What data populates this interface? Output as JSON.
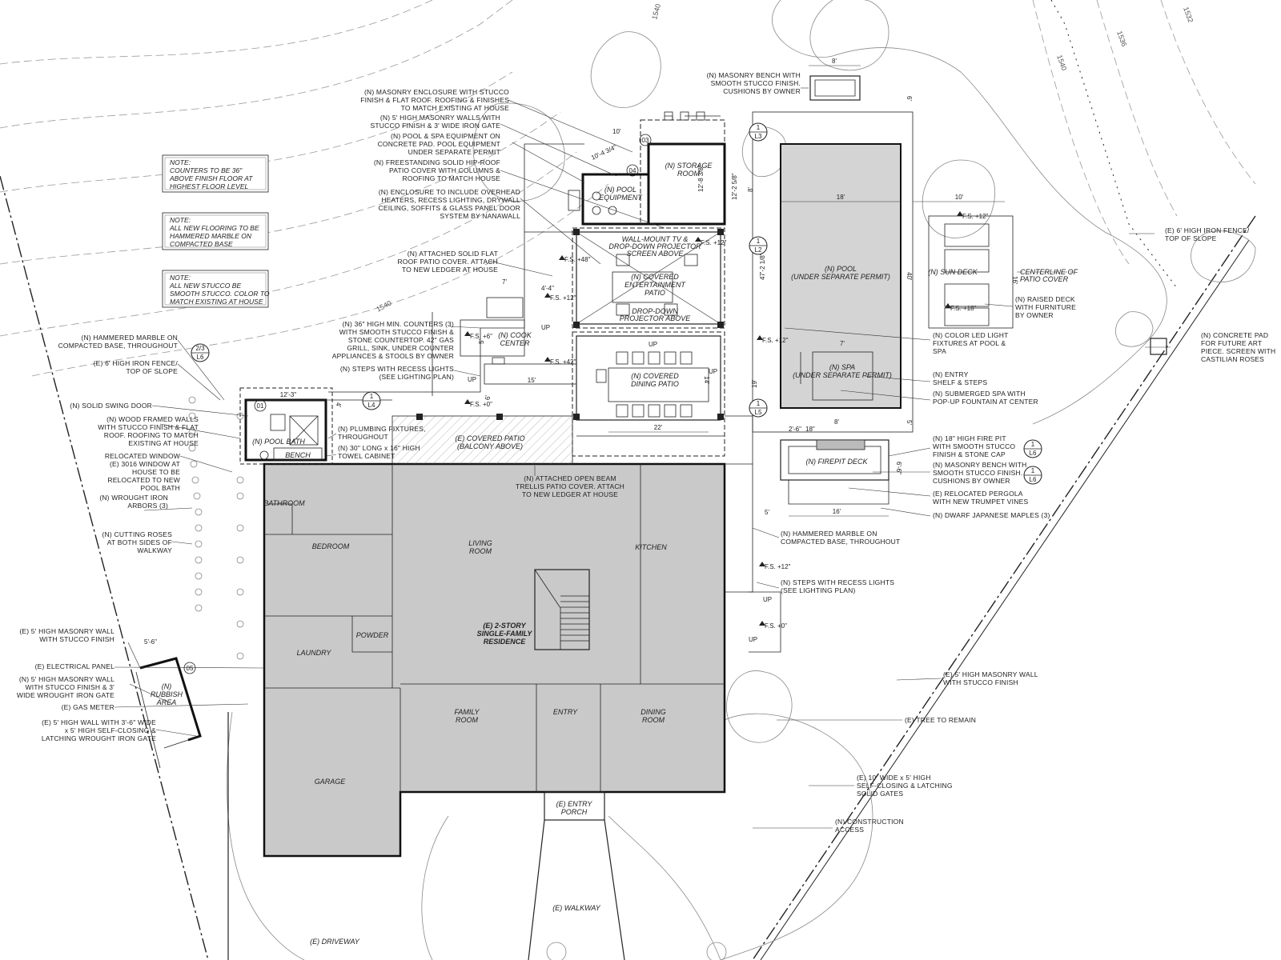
{
  "notes": [
    {
      "lines": [
        "NOTE:",
        "COUNTERS TO BE 36\"",
        "ABOVE FINISH FLOOR AT",
        "HIGHEST FLOOR LEVEL"
      ]
    },
    {
      "lines": [
        "NOTE:",
        "ALL NEW FLOORING TO BE",
        "HAMMERED MARBLE ON",
        "COMPACTED BASE"
      ]
    },
    {
      "lines": [
        "NOTE:",
        "ALL NEW STUCCO BE",
        "SMOOTH STUCCO. COLOR TO",
        "MATCH EXISTING AT HOUSE"
      ]
    }
  ],
  "left_callouts": [
    {
      "lines": [
        "(N) MASONRY ENCLOSURE WITH STUCCO",
        "FINISH & FLAT ROOF. ROOFING & FINISHES",
        "TO MATCH EXISTING AT HOUSE"
      ]
    },
    {
      "lines": [
        "(N) 5' HIGH MASONRY WALLS WITH",
        "STUCCO FINISH & 3' WIDE IRON GATE"
      ]
    },
    {
      "lines": [
        "(N) POOL & SPA EQUIPMENT ON",
        "CONCRETE PAD. POOL EQUIPMENT",
        "UNDER SEPARATE PERMIT"
      ]
    },
    {
      "lines": [
        "(N) FREESTANDING SOLID HIP-ROOF",
        "PATIO COVER WITH COLUMNS &",
        "ROOFING TO MATCH HOUSE"
      ]
    },
    {
      "lines": [
        "(N) ENCLOSURE TO INCLUDE OVERHEAD",
        "HEATERS, RECESS LIGHTING, DRYWALL",
        "CEILING, SOFFITS & GLASS PANEL DOOR",
        "SYSTEM BY NANAWALL"
      ]
    },
    {
      "lines": [
        "(N) ATTACHED SOLID FLAT",
        "ROOF PATIO COVER. ATTACH",
        "TO NEW LEDGER AT HOUSE"
      ]
    },
    {
      "lines": [
        "(N) 36\" HIGH MIN. COUNTERS (3)",
        "WITH SMOOTH STUCCO FINISH &",
        "STONE COUNTERTOP. 42\" GAS",
        "GRILL, SINK, UNDER COUNTER",
        "APPLIANCES & STOOLS BY OWNER"
      ]
    },
    {
      "lines": [
        "(N) STEPS WITH RECESS LIGHTS",
        "(SEE LIGHTING PLAN)"
      ]
    },
    {
      "lines": [
        "(N) HAMMERED MARBLE ON",
        "COMPACTED BASE, THROUGHOUT"
      ]
    },
    {
      "lines": [
        "(E) 6' HIGH IRON FENCE/",
        "TOP OF SLOPE"
      ]
    },
    {
      "lines": [
        "(N) SOLID SWING DOOR"
      ]
    },
    {
      "lines": [
        "(N) WOOD FRAMED WALLS",
        "WITH STUCCO FINISH & FLAT",
        "ROOF. ROOFING TO MATCH",
        "EXISTING AT HOUSE"
      ]
    },
    {
      "lines": [
        "RELOCATED WINDOW",
        "(E) 3016 WINDOW AT",
        "HOUSE TO BE",
        "RELOCATED TO NEW",
        "POOL BATH"
      ]
    },
    {
      "lines": [
        "(N) WROUGHT IRON",
        "ARBORS (3)"
      ]
    },
    {
      "lines": [
        "(N) CUTTING ROSES",
        "AT BOTH SIDES OF",
        "WALKWAY"
      ]
    },
    {
      "lines": [
        "(E) 5' HIGH MASONRY WALL",
        "WITH STUCCO FINISH"
      ]
    },
    {
      "lines": [
        "(E) ELECTRICAL PANEL"
      ]
    },
    {
      "lines": [
        "(N) 5' HIGH MASONRY WALL",
        "WITH STUCCO FINISH & 3'",
        "WIDE WROUGHT IRON GATE"
      ]
    },
    {
      "lines": [
        "(E) GAS METER"
      ]
    },
    {
      "lines": [
        "(E) 5' HIGH WALL WITH 3'-6\" WIDE",
        "x 5' HIGH SELF-CLOSING &",
        "LATCHING WROUGHT IRON GATE"
      ]
    }
  ],
  "mid_callouts": [
    {
      "lines": [
        "(N) PLUMBING FIXTURES,",
        "THROUGHOUT"
      ]
    },
    {
      "lines": [
        "(N) 30\" LONG x 16\" HIGH",
        "TOWEL CABINET"
      ]
    },
    {
      "lines": [
        "(N) ATTACHED OPEN BEAM",
        "TRELLIS PATIO COVER. ATTACH",
        "TO NEW LEDGER AT HOUSE"
      ]
    }
  ],
  "right_callouts": [
    {
      "lines": [
        "(N) MASONRY BENCH WITH",
        "SMOOTH STUCCO FINISH.",
        "CUSHIONS BY OWNER"
      ]
    },
    {
      "lines": [
        "(E) 6' HIGH IRON FENCE/",
        "TOP OF SLOPE"
      ]
    },
    {
      "lines": [
        "(N) RAISED DECK",
        "WITH FURNITURE",
        "BY OWNER"
      ]
    },
    {
      "lines": [
        "(N) COLOR LED LIGHT",
        "FIXTURES AT POOL &",
        "SPA"
      ]
    },
    {
      "lines": [
        "(N) CONCRETE PAD",
        "FOR FUTURE ART",
        "PIECE. SCREEN WITH",
        "CASTILIAN ROSES"
      ]
    },
    {
      "lines": [
        "(N) ENTRY",
        "SHELF & STEPS"
      ]
    },
    {
      "lines": [
        "(N) SUBMERGED SPA WITH",
        "POP-UP FOUNTAIN AT CENTER"
      ]
    },
    {
      "lines": [
        "(N) 18\" HIGH FIRE PIT",
        "WITH SMOOTH STUCCO",
        "FINISH & STONE CAP"
      ]
    },
    {
      "lines": [
        "(N) MASONRY BENCH WITH",
        "SMOOTH STUCCO FINISH.",
        "CUSHIONS BY OWNER"
      ]
    },
    {
      "lines": [
        "(E) RELOCATED PERGOLA",
        "WITH NEW TRUMPET VINES"
      ]
    },
    {
      "lines": [
        "(N) DWARF JAPANESE MAPLES (3)"
      ]
    },
    {
      "lines": [
        "(N) HAMMERED MARBLE ON",
        "COMPACTED BASE, THROUGHOUT"
      ]
    },
    {
      "lines": [
        "(N) STEPS WITH RECESS LIGHTS",
        "(SEE LIGHTING PLAN)"
      ]
    },
    {
      "lines": [
        "(E) 5' HIGH MASONRY WALL",
        "WITH STUCCO FINISH"
      ]
    },
    {
      "lines": [
        "(E) TREE TO REMAIN"
      ]
    },
    {
      "lines": [
        "(E) 10' WIDE x 5' HIGH",
        "SELF-CLOSING & LATCHING",
        "SOLID GATES"
      ]
    },
    {
      "lines": [
        "(N) CONSTRUCTION",
        "ACCESS"
      ]
    }
  ],
  "rooms": [
    {
      "lines": [
        "(N) STORAGE",
        "ROOM"
      ]
    },
    {
      "lines": [
        "(N) POOL",
        "EQUIPMENT"
      ]
    },
    {
      "lines": [
        "(N) COVERED",
        "ENTERTAINMENT",
        "PATIO"
      ]
    },
    {
      "lines": [
        "(N) COOK",
        "CENTER"
      ]
    },
    {
      "lines": [
        "(N) COVERED",
        "DINING PATIO"
      ]
    },
    {
      "lines": [
        "(N) POOL BATH"
      ]
    },
    {
      "lines": [
        "(E) COVERED PATIO",
        "(BALCONY ABOVE)"
      ]
    },
    {
      "lines": [
        "(N) POOL",
        "(UNDER SEPARATE PERMIT)"
      ]
    },
    {
      "lines": [
        "(N) SPA",
        "(UNDER SEPARATE PERMIT)"
      ]
    },
    {
      "lines": [
        "(N) SUN DECK"
      ]
    },
    {
      "lines": [
        "(N) FIREPIT DECK"
      ]
    },
    {
      "lines": [
        "BATHROOM"
      ]
    },
    {
      "lines": [
        "BEDROOM"
      ]
    },
    {
      "lines": [
        "LIVING",
        "ROOM"
      ]
    },
    {
      "lines": [
        "KITCHEN"
      ]
    },
    {
      "lines": [
        "(E) 2-STORY",
        "SINGLE-FAMILY",
        "RESIDENCE"
      ]
    },
    {
      "lines": [
        "LAUNDRY"
      ]
    },
    {
      "lines": [
        "POWDER"
      ]
    },
    {
      "lines": [
        "FAMILY",
        "ROOM"
      ]
    },
    {
      "lines": [
        "ENTRY"
      ]
    },
    {
      "lines": [
        "DINING",
        "ROOM"
      ]
    },
    {
      "lines": [
        "GARAGE"
      ]
    },
    {
      "lines": [
        "(E) ENTRY",
        "PORCH"
      ]
    },
    {
      "lines": [
        "(E) WALKWAY"
      ]
    },
    {
      "lines": [
        "(E) DRIVEWAY"
      ]
    },
    {
      "lines": [
        "(N)",
        "RUBBISH",
        "AREA"
      ]
    },
    {
      "lines": [
        "CENTERLINE OF",
        "PATIO COVER"
      ]
    },
    {
      "lines": [
        "WALL-MOUNT TV &",
        "DROP-DOWN PROJECTOR",
        "SCREEN ABOVE"
      ]
    },
    {
      "lines": [
        "DROP-DOWN",
        "PROJECTOR ABOVE"
      ]
    },
    {
      "lines": [
        "BENCH"
      ]
    }
  ],
  "dimensions": [
    "8'",
    "6'",
    "10'",
    "18'",
    "10'",
    "16'",
    "40'",
    "47'-2 1/8\"",
    "8'",
    "19'",
    "5'",
    "7'",
    "15'",
    "12'-3\"",
    "4'",
    "22'",
    "14'",
    "2'-6\"",
    "18\"",
    "8'",
    "6'-6\"",
    "5'",
    "16'",
    "5'-6\"",
    "10'-4 3/4\"",
    "12'-2 5/8\"",
    "4'-4\"",
    "7'",
    "5'",
    "6'",
    "12'-8 3/8\""
  ],
  "contours": [
    "1540",
    "1540",
    "1536",
    "1540",
    "1532"
  ],
  "section_tags": [
    {
      "number": "1",
      "sheet": "L3"
    },
    {
      "number": "1",
      "sheet": "L2"
    },
    {
      "number": "1",
      "sheet": "L4"
    },
    {
      "number": "1",
      "sheet": "L5"
    },
    {
      "number": "2/3",
      "sheet": "L6"
    },
    {
      "number": "1",
      "sheet": "L6"
    },
    {
      "number": "1",
      "sheet": "L6"
    }
  ],
  "fs_tags": [
    "F.S. +48\"",
    "F.S. +12\"",
    "F.S. +12\"",
    "F.S. +6\"",
    "F.S. +42\"",
    "F.S. +0\"",
    "F.S. +12\"",
    "F.S. +12\"",
    "F.S. +18\"",
    "F.S. +12\"",
    "F.S. +0\""
  ],
  "up_labels": [
    "UP",
    "UP",
    "UP",
    "UP",
    "UP",
    "UP"
  ],
  "door_tags": [
    "03",
    "04",
    "01",
    "05"
  ],
  "colors": {
    "building_fill": "#c9c9c9",
    "pool_fill": "#d4d4d4",
    "line": "#222222",
    "topo": "#999999"
  }
}
